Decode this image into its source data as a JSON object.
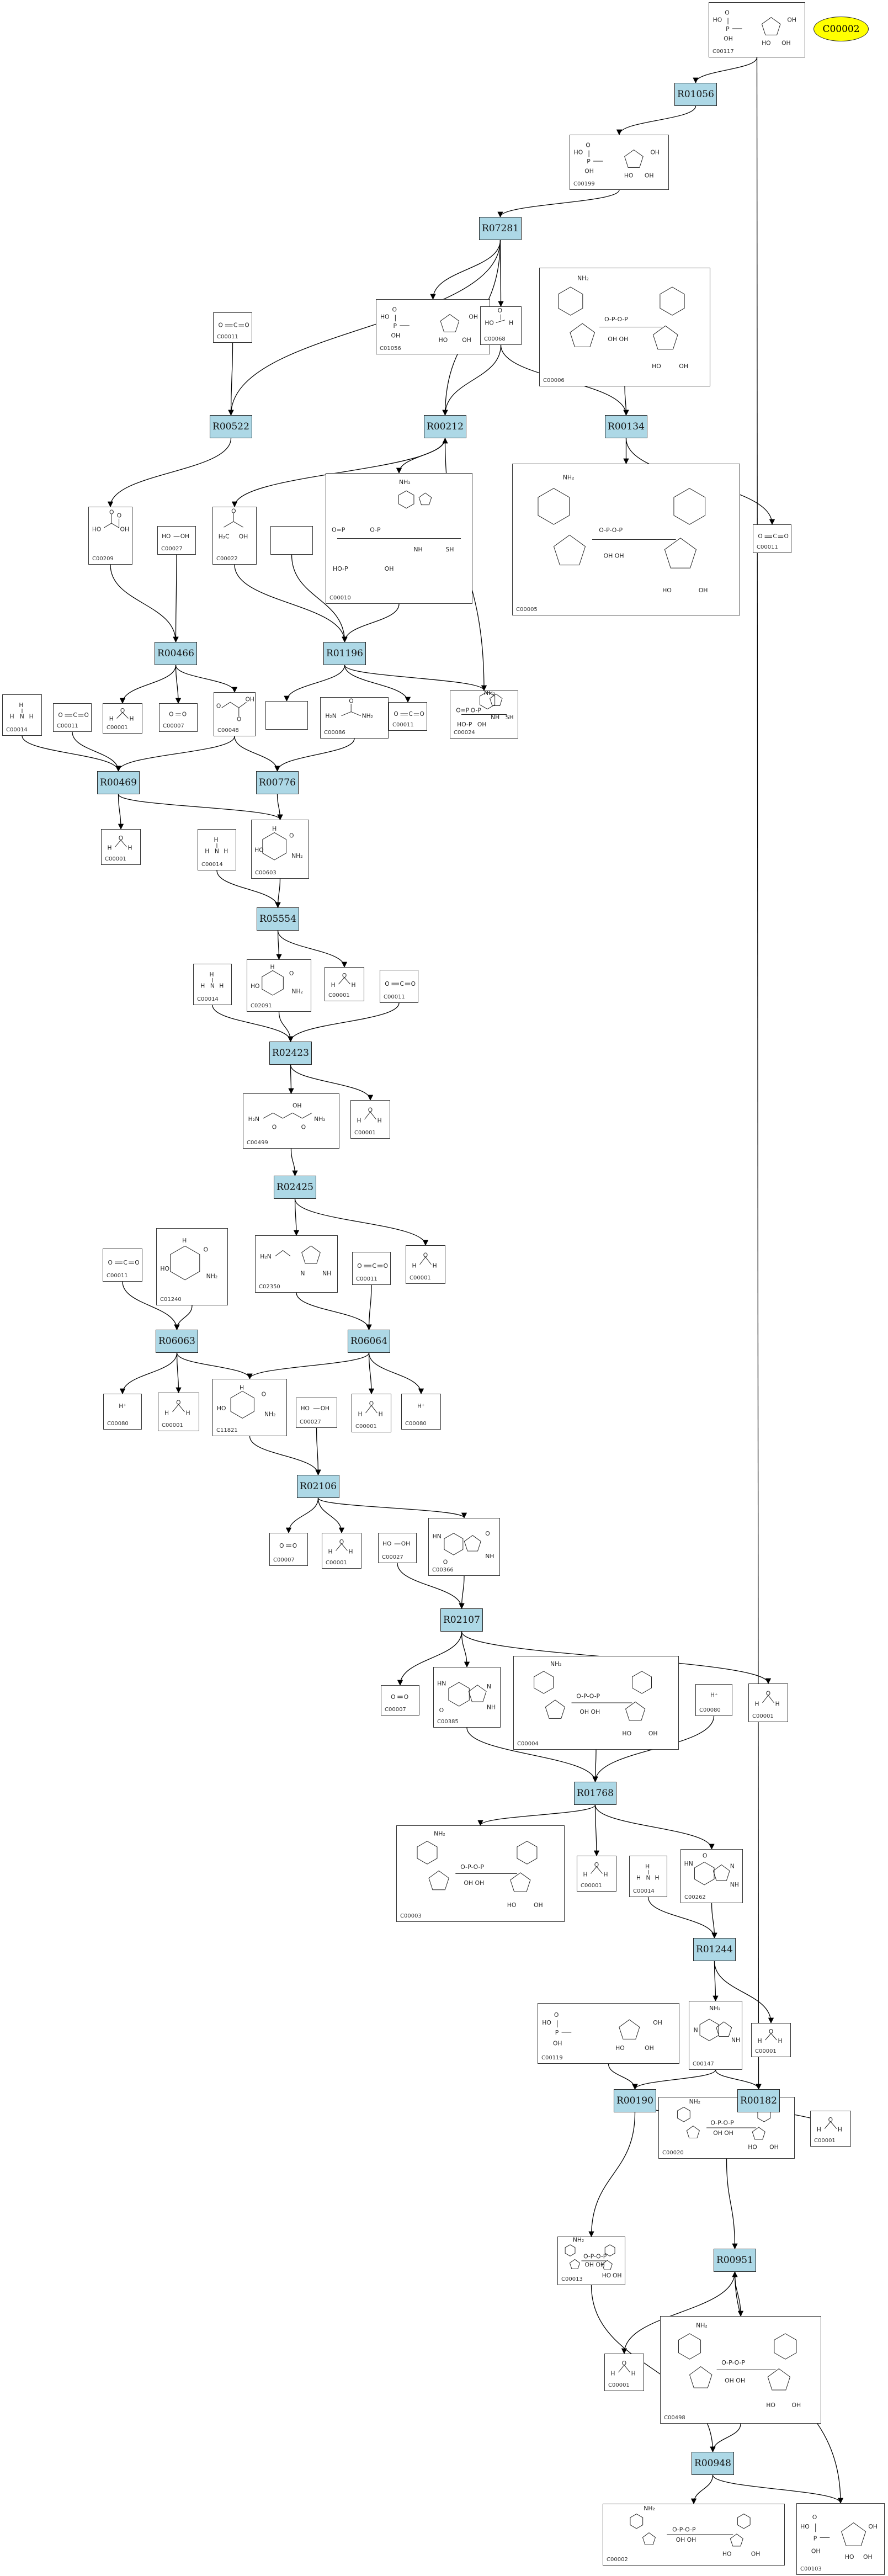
{
  "compound_nodes": [
    {
      "name": "c00117",
      "id": "C00117",
      "structure": "ribose-5-phosphate",
      "interactable": true
    },
    {
      "name": "c00199",
      "id": "C00199",
      "structure": "ribulose-5-phosphate",
      "interactable": true
    },
    {
      "name": "c01056",
      "id": "C01056",
      "structure": "sugar-phosphate",
      "interactable": true
    },
    {
      "name": "c00011-a",
      "id": "C00011",
      "structure": "co2",
      "interactable": true
    },
    {
      "name": "c00068",
      "id": "C00068",
      "structure": "small-phosphate",
      "interactable": true
    },
    {
      "name": "c00006",
      "id": "C00006",
      "structure": "nadp",
      "interactable": true
    },
    {
      "name": "c00209",
      "id": "C00209",
      "structure": "oxalate",
      "interactable": true
    },
    {
      "name": "c00027-a",
      "id": "C00027",
      "structure": "peroxide",
      "interactable": true
    },
    {
      "name": "c00022",
      "id": "C00022",
      "structure": "pyruvate",
      "interactable": true
    },
    {
      "name": "blank-a",
      "id": "",
      "structure": "empty",
      "interactable": true
    },
    {
      "name": "c00010",
      "id": "C00010",
      "structure": "coa",
      "interactable": true
    },
    {
      "name": "c00005",
      "id": "C00005",
      "structure": "nadph",
      "interactable": true
    },
    {
      "name": "c00011-b",
      "id": "C00011",
      "structure": "co2",
      "interactable": true
    },
    {
      "name": "c00014-a",
      "id": "C00014",
      "structure": "nh3",
      "interactable": true
    },
    {
      "name": "c00011-c",
      "id": "C00011",
      "structure": "co2",
      "interactable": true
    },
    {
      "name": "c00001-a",
      "id": "C00001",
      "structure": "water",
      "interactable": true
    },
    {
      "name": "c00007-a",
      "id": "C00007",
      "structure": "o2",
      "interactable": true
    },
    {
      "name": "c00048",
      "id": "C00048",
      "structure": "glyoxylate",
      "interactable": true
    },
    {
      "name": "blank-b",
      "id": "",
      "structure": "empty",
      "interactable": true
    },
    {
      "name": "c00086",
      "id": "C00086",
      "structure": "urea",
      "interactable": true
    },
    {
      "name": "c00011-d",
      "id": "C00011",
      "structure": "co2",
      "interactable": true
    },
    {
      "name": "c00024",
      "id": "C00024",
      "structure": "acetyl-coa",
      "interactable": true
    },
    {
      "name": "c00001-b",
      "id": "C00001",
      "structure": "water",
      "interactable": true
    },
    {
      "name": "c00014-b",
      "id": "C00014",
      "structure": "nh3",
      "interactable": true
    },
    {
      "name": "c00603",
      "id": "C00603",
      "structure": "ring",
      "interactable": true
    },
    {
      "name": "c00014-c",
      "id": "C00014",
      "structure": "nh3",
      "interactable": true
    },
    {
      "name": "c02091",
      "id": "C02091",
      "structure": "ring",
      "interactable": true
    },
    {
      "name": "c00001-c",
      "id": "C00001",
      "structure": "water",
      "interactable": true
    },
    {
      "name": "c00011-e",
      "id": "C00011",
      "structure": "co2",
      "interactable": true
    },
    {
      "name": "c00499",
      "id": "C00499",
      "structure": "allantoate",
      "interactable": true
    },
    {
      "name": "c00001-d",
      "id": "C00001",
      "structure": "water",
      "interactable": true
    },
    {
      "name": "c00011-f",
      "id": "C00011",
      "structure": "co2",
      "interactable": true
    },
    {
      "name": "c01240",
      "id": "C01240",
      "structure": "ring",
      "interactable": true
    },
    {
      "name": "c02350",
      "id": "C02350",
      "structure": "allantoin",
      "interactable": true
    },
    {
      "name": "c00011-g",
      "id": "C00011",
      "structure": "co2",
      "interactable": true
    },
    {
      "name": "c00001-e",
      "id": "C00001",
      "structure": "water",
      "interactable": true
    },
    {
      "name": "c00080-a",
      "id": "C00080",
      "structure": "proton",
      "interactable": true
    },
    {
      "name": "c00001-f",
      "id": "C00001",
      "structure": "water",
      "interactable": true
    },
    {
      "name": "c11821",
      "id": "C11821",
      "structure": "ring",
      "interactable": true
    },
    {
      "name": "c00027-b",
      "id": "C00027",
      "structure": "peroxide",
      "interactable": true
    },
    {
      "name": "c00001-g",
      "id": "C00001",
      "structure": "water",
      "interactable": true
    },
    {
      "name": "c00080-b",
      "id": "C00080",
      "structure": "proton",
      "interactable": true
    },
    {
      "name": "c00007-b",
      "id": "C00007",
      "structure": "o2",
      "interactable": true
    },
    {
      "name": "c00001-h",
      "id": "C00001",
      "structure": "water",
      "interactable": true
    },
    {
      "name": "c00027-c",
      "id": "C00027",
      "structure": "peroxide",
      "interactable": true
    },
    {
      "name": "c00366",
      "id": "C00366",
      "structure": "urate",
      "interactable": true
    },
    {
      "name": "c00007-c",
      "id": "C00007",
      "structure": "o2",
      "interactable": true
    },
    {
      "name": "c00385",
      "id": "C00385",
      "structure": "xanthine",
      "interactable": true
    },
    {
      "name": "c00004",
      "id": "C00004",
      "structure": "nadh",
      "interactable": true
    },
    {
      "name": "c00080-c",
      "id": "C00080",
      "structure": "proton",
      "interactable": true
    },
    {
      "name": "c00001-i",
      "id": "C00001",
      "structure": "water",
      "interactable": true
    },
    {
      "name": "c00003",
      "id": "C00003",
      "structure": "nad",
      "interactable": true
    },
    {
      "name": "c00001-j",
      "id": "C00001",
      "structure": "water",
      "interactable": true
    },
    {
      "name": "c00014-d",
      "id": "C00014",
      "structure": "nh3",
      "interactable": true
    },
    {
      "name": "c00262",
      "id": "C00262",
      "structure": "hypoxanthine",
      "interactable": true
    },
    {
      "name": "c00119",
      "id": "C00119",
      "structure": "prpp",
      "interactable": true
    },
    {
      "name": "c00147",
      "id": "C00147",
      "structure": "adenine",
      "interactable": true
    },
    {
      "name": "c00001-k",
      "id": "C00001",
      "structure": "water",
      "interactable": true
    },
    {
      "name": "c00001-l",
      "id": "C00001",
      "structure": "water",
      "interactable": true
    },
    {
      "name": "c00020",
      "id": "C00020",
      "structure": "amp",
      "interactable": true
    },
    {
      "name": "c00013",
      "id": "C00013",
      "structure": "pyrophosphate",
      "interactable": true
    },
    {
      "name": "c00001-m",
      "id": "C00001",
      "structure": "water",
      "interactable": true
    },
    {
      "name": "c00498",
      "id": "C00498",
      "structure": "adp-sugar",
      "interactable": true
    },
    {
      "name": "c00002",
      "id": "C00002",
      "structure": "atp",
      "interactable": true
    },
    {
      "name": "c00103",
      "id": "C00103",
      "structure": "glucose-phosphate",
      "interactable": true
    }
  ],
  "reaction_nodes": [
    {
      "name": "r01056",
      "label": "R01056"
    },
    {
      "name": "r07281",
      "label": "R07281"
    },
    {
      "name": "r00522",
      "label": "R00522"
    },
    {
      "name": "r00212",
      "label": "R00212"
    },
    {
      "name": "r00134",
      "label": "R00134"
    },
    {
      "name": "r00466",
      "label": "R00466"
    },
    {
      "name": "r01196",
      "label": "R01196"
    },
    {
      "name": "r00469",
      "label": "R00469"
    },
    {
      "name": "r00776",
      "label": "R00776"
    },
    {
      "name": "r05554",
      "label": "R05554"
    },
    {
      "name": "r02423",
      "label": "R02423"
    },
    {
      "name": "r02425",
      "label": "R02425"
    },
    {
      "name": "r06063",
      "label": "R06063"
    },
    {
      "name": "r06064",
      "label": "R06064"
    },
    {
      "name": "r02106",
      "label": "R02106"
    },
    {
      "name": "r02107",
      "label": "R02107"
    },
    {
      "name": "r01768",
      "label": "R01768"
    },
    {
      "name": "r01244",
      "label": "R01244"
    },
    {
      "name": "r00190",
      "label": "R00190"
    },
    {
      "name": "r00182",
      "label": "R00182"
    },
    {
      "name": "r00951",
      "label": "R00951"
    },
    {
      "name": "r00948",
      "label": "R00948"
    }
  ],
  "highlight_node": {
    "name": "c00002-highlight",
    "label": "C00002",
    "color": "#ffff00"
  },
  "colors": {
    "reaction_fill": "#add8e6",
    "highlight_fill": "#ffff00",
    "edge": "#000000"
  }
}
